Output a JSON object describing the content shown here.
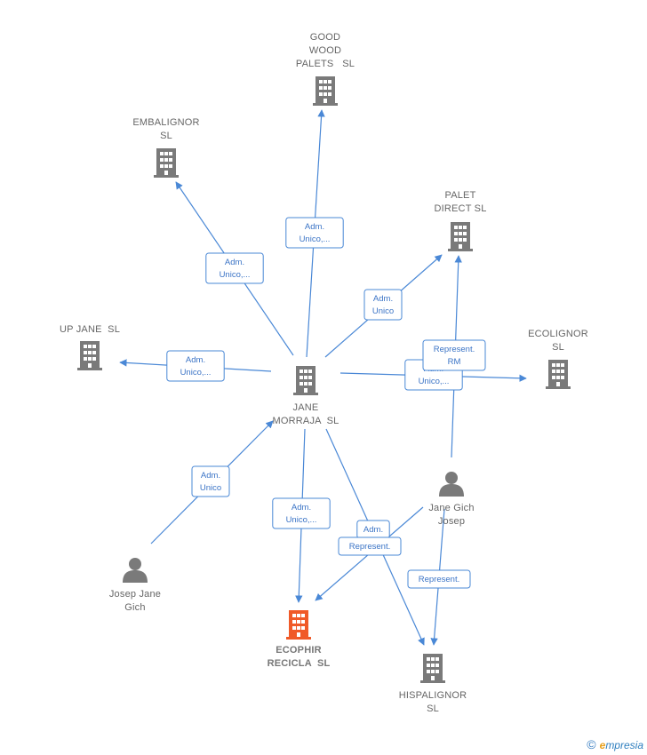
{
  "colors": {
    "company": "#7a7a7a",
    "target_company": "#f05a28",
    "person": "#7a7a7a",
    "edge": "#4a88d6"
  },
  "nodes": [
    {
      "id": "good-wood",
      "type": "company",
      "lines": [
        "GOOD",
        "WOOD",
        "PALETS   SL"
      ]
    },
    {
      "id": "embalignor",
      "type": "company",
      "lines": [
        "EMBALIGNOR",
        "SL"
      ]
    },
    {
      "id": "palet-direct",
      "type": "company",
      "lines": [
        "PALET",
        "DIRECT SL"
      ]
    },
    {
      "id": "up-jane",
      "type": "company",
      "lines": [
        "UP JANE  SL"
      ]
    },
    {
      "id": "ecolignor",
      "type": "company",
      "lines": [
        "ECOLIGNOR",
        "SL"
      ]
    },
    {
      "id": "jane-morraja",
      "type": "company",
      "lines": [
        "JANE",
        "MORRAJA  SL"
      ]
    },
    {
      "id": "jane-gich",
      "type": "person",
      "lines": [
        "Jane Gich",
        "Josep"
      ]
    },
    {
      "id": "josep-jane",
      "type": "person",
      "lines": [
        "Josep Jane",
        "Gich"
      ]
    },
    {
      "id": "ecophir",
      "type": "target",
      "lines": [
        "ECOPHIR",
        "RECICLA  SL"
      ]
    },
    {
      "id": "hispalignor",
      "type": "company",
      "lines": [
        "HISPALIGNOR",
        "SL"
      ]
    }
  ],
  "edges": [
    {
      "from": "jane-morraja",
      "to": "good-wood",
      "label": [
        "Adm.",
        "Unico,..."
      ]
    },
    {
      "from": "jane-morraja",
      "to": "embalignor",
      "label": [
        "Adm.",
        "Unico,..."
      ]
    },
    {
      "from": "jane-morraja",
      "to": "palet-direct",
      "label": [
        "Adm.",
        "Unico"
      ]
    },
    {
      "from": "jane-morraja",
      "to": "up-jane",
      "label": [
        "Adm.",
        "Unico,..."
      ]
    },
    {
      "from": "jane-morraja",
      "to": "ecolignor",
      "label": [
        "Adm.",
        "Unico,..."
      ]
    },
    {
      "from": "jane-gich",
      "to": "palet-direct",
      "label": [
        "Represent.",
        "RM"
      ]
    },
    {
      "from": "josep-jane",
      "to": "jane-morraja",
      "label": [
        "Adm.",
        "Unico"
      ]
    },
    {
      "from": "jane-morraja",
      "to": "ecophir",
      "label": [
        "Adm.",
        "Unico,..."
      ]
    },
    {
      "from": "jane-morraja",
      "to": "hispalignor",
      "label": [
        "Adm."
      ]
    },
    {
      "from": "jane-gich",
      "to": "ecophir",
      "label": [
        "Represent."
      ]
    },
    {
      "from": "jane-gich",
      "to": "hispalignor",
      "label": [
        "Represent."
      ]
    }
  ],
  "footer": {
    "copyright": "©",
    "brand_initial": "e",
    "brand_rest": "mpresia"
  }
}
